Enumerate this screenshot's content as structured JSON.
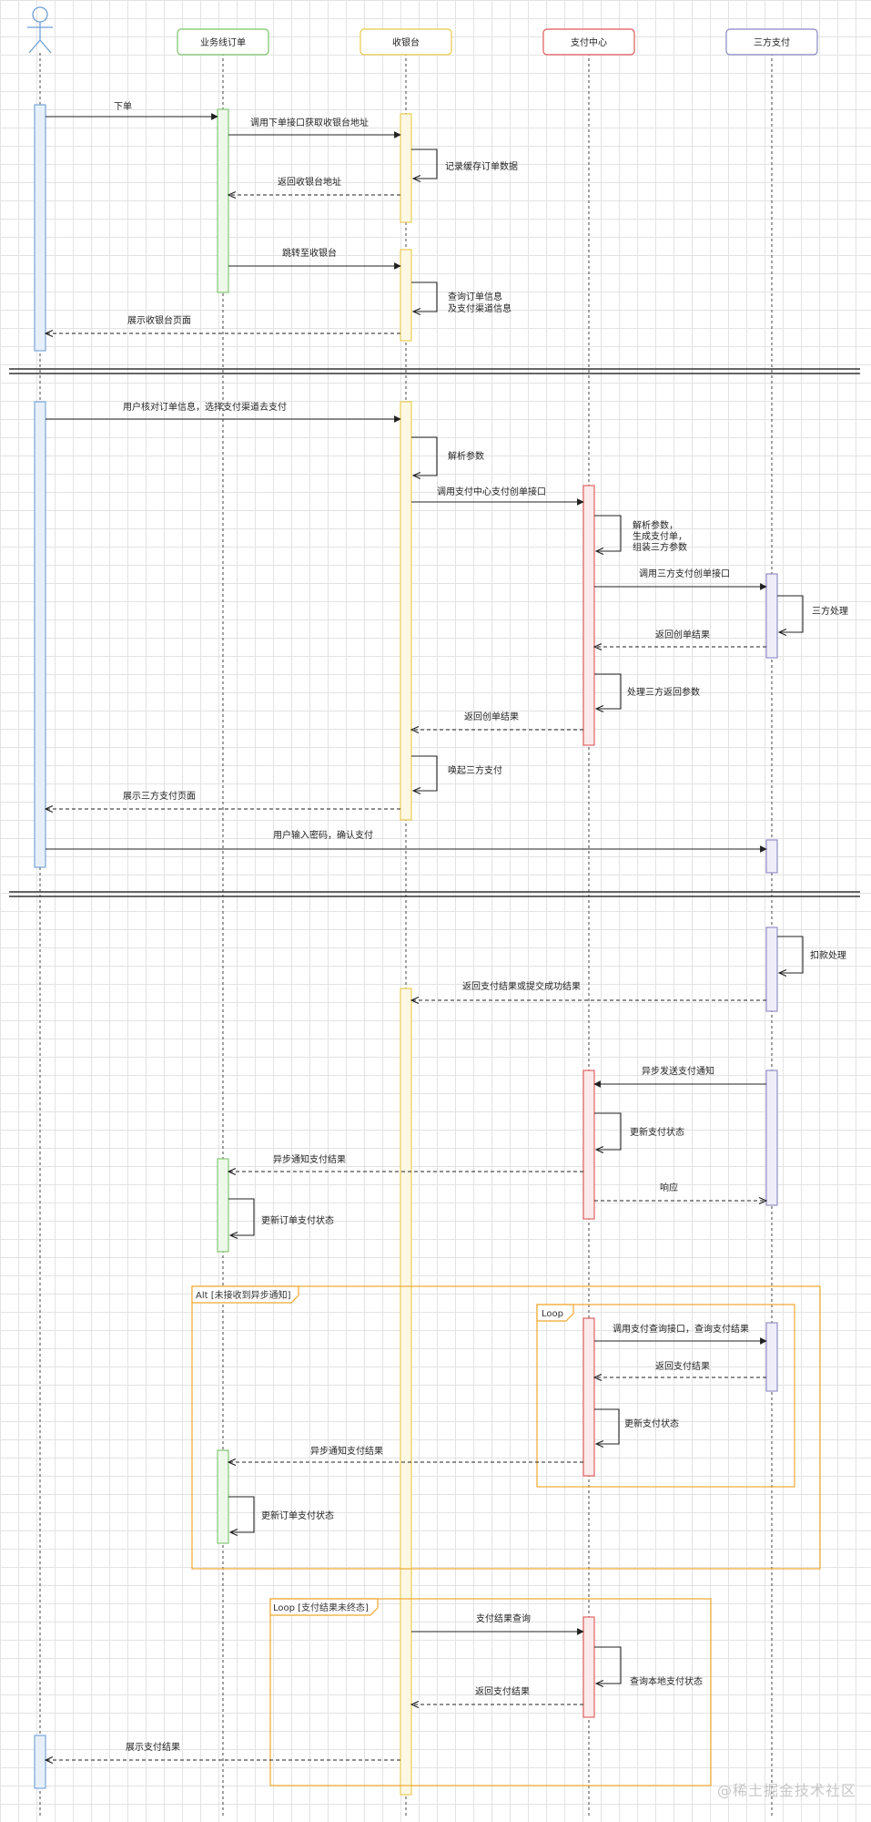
{
  "participants": [
    {
      "id": "user",
      "label": ""
    },
    {
      "id": "biz",
      "label": "业务线订单",
      "color": "#7ac36a"
    },
    {
      "id": "cashier",
      "label": "收银台",
      "color": "#e8c84a"
    },
    {
      "id": "paycenter",
      "label": "支付中心",
      "color": "#e05858"
    },
    {
      "id": "third",
      "label": "三方支付",
      "color": "#8a86c4"
    }
  ],
  "messages": [
    "下单",
    "调用下单接口获取收银台地址",
    "记录缓存订单数据",
    "返回收银台地址",
    "跳转至收银台",
    "查询订单信息",
    "及支付渠道信息",
    "展示收银台页面",
    "用户核对订单信息，选择支付渠道去支付",
    "解析参数",
    "调用支付中心支付创单接口",
    "解析参数，",
    "生成支付单，",
    "组装三方参数",
    "调用三方支付创单接口",
    "三方处理",
    "返回创单结果",
    "处理三方返回参数",
    "返回创单结果",
    "唤起三方支付",
    "展示三方支付页面",
    "用户输入密码，确认支付",
    "扣款处理",
    "返回支付结果或提交成功结果",
    "异步发送支付通知",
    "更新支付状态",
    "异步通知支付结果",
    "响应",
    "更新订单支付状态",
    "调用支付查询接口，查询支付结果",
    "返回支付结果",
    "更新支付状态",
    "异步通知支付结果",
    "更新订单支付状态",
    "支付结果查询",
    "查询本地支付状态",
    "返回支付结果",
    "展示支付结果"
  ],
  "frames": [
    "Alt [未接收到异步通知]",
    "Loop",
    "Loop [支付结果未终态]"
  ],
  "watermark": "@稀土掘金技术社区",
  "colors": {
    "user": "#6d9ed6",
    "biz": "#7ac36a",
    "cashier": "#e8c84a",
    "paycenter": "#e05858",
    "third": "#8a86c4",
    "frame": "#f0a830"
  }
}
